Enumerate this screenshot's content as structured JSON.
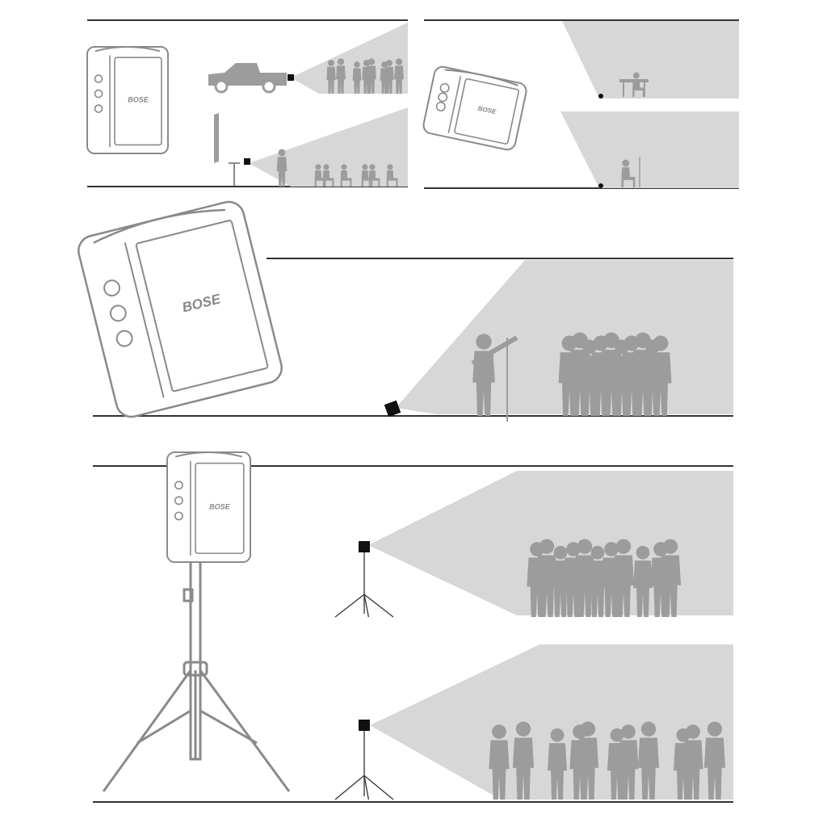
{
  "brand": {
    "logo_text": "BOSE"
  },
  "colors": {
    "line": "#333333",
    "outline": "#8a8a8a",
    "cone": "#d7d7d7",
    "people": "#9c9c9c",
    "speaker_mark": "#111111",
    "background": "#ffffff"
  },
  "panels": [
    {
      "id": "panel-tailgate-and-cafe",
      "scenes": [
        "truck-tailgate",
        "small-seated-audience"
      ]
    },
    {
      "id": "panel-monitor-mode",
      "scenes": [
        "keyboard-player",
        "seated-guitarist"
      ]
    },
    {
      "id": "panel-tilted-floor-monitor",
      "scenes": [
        "guitarist-with-standing-crowd"
      ]
    },
    {
      "id": "panel-pole-mounted",
      "scenes": [
        "stand-mounted-standing-crowd",
        "stand-mounted-line-audience"
      ]
    }
  ]
}
